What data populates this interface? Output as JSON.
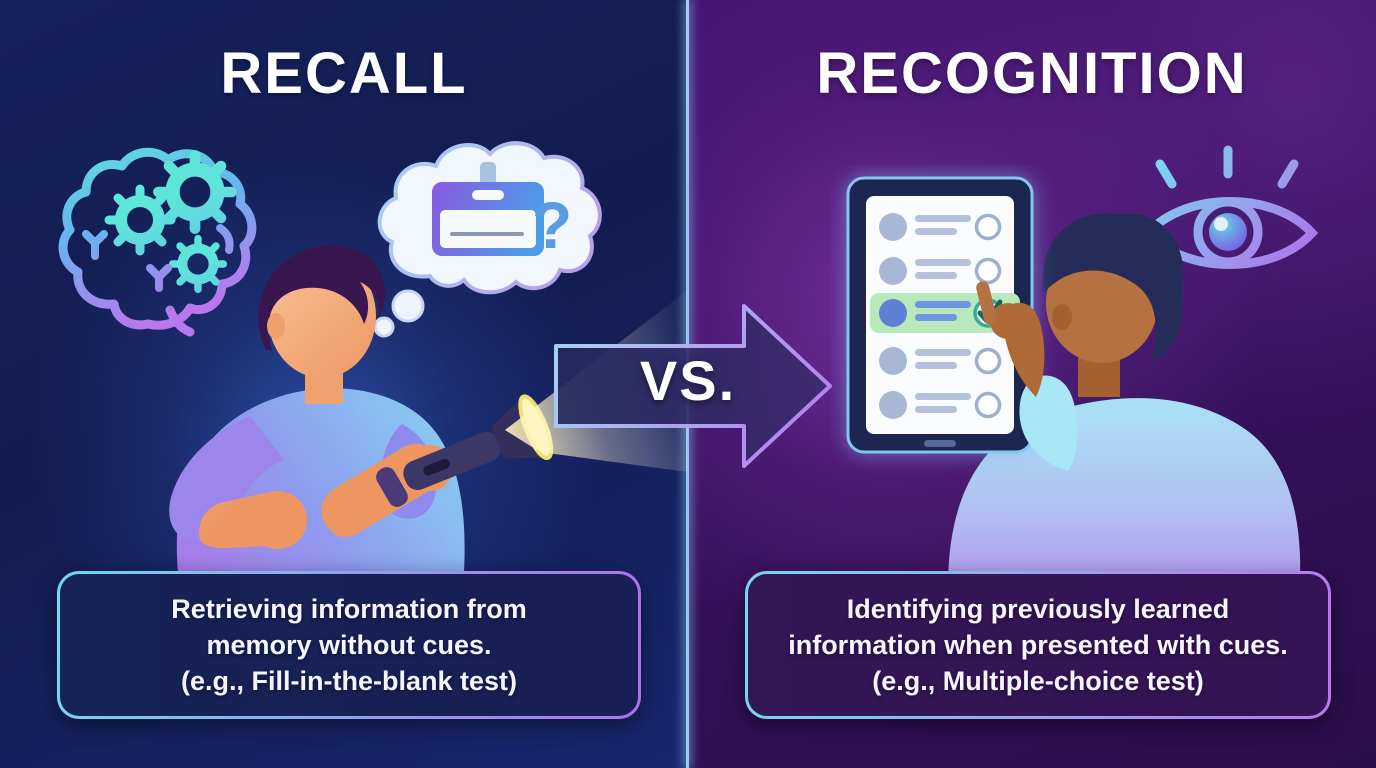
{
  "left": {
    "title": "RECALL",
    "description": [
      "Retrieving information from",
      "memory without cues.",
      "(e.g., Fill-in-the-blank test)"
    ],
    "icons": [
      "brain-with-gears-icon",
      "thought-cloud-with-name-badge",
      "flashlight-with-beam"
    ],
    "colors": {
      "background": "#14204f",
      "glow": "#3e6ee1",
      "box_fill": "#121c50"
    }
  },
  "right": {
    "title": "RECOGNITION",
    "description": [
      "Identifying previously learned",
      "information when presented with cues.",
      "(e.g., Multiple-choice test)"
    ],
    "icons": [
      "checklist-phone",
      "eye-icon"
    ],
    "checklist": {
      "rows": 5,
      "selected_row": 3,
      "selected_has_checkmark": true,
      "selected_color": "#b9e9ba"
    },
    "colors": {
      "background": "#36105c",
      "glow": "#a84cd6",
      "box_fill": "#300f50"
    }
  },
  "center": {
    "vs_label": "VS."
  },
  "thought": {
    "question_mark": "?"
  },
  "accents": {
    "border_gradient": [
      "#74d6f0",
      "#b070e8"
    ],
    "divider": "#8ec2ec",
    "highlight_green": "#b9e9ba",
    "beam_yellow": "#fff3b8",
    "check_teal": "#14685a"
  }
}
